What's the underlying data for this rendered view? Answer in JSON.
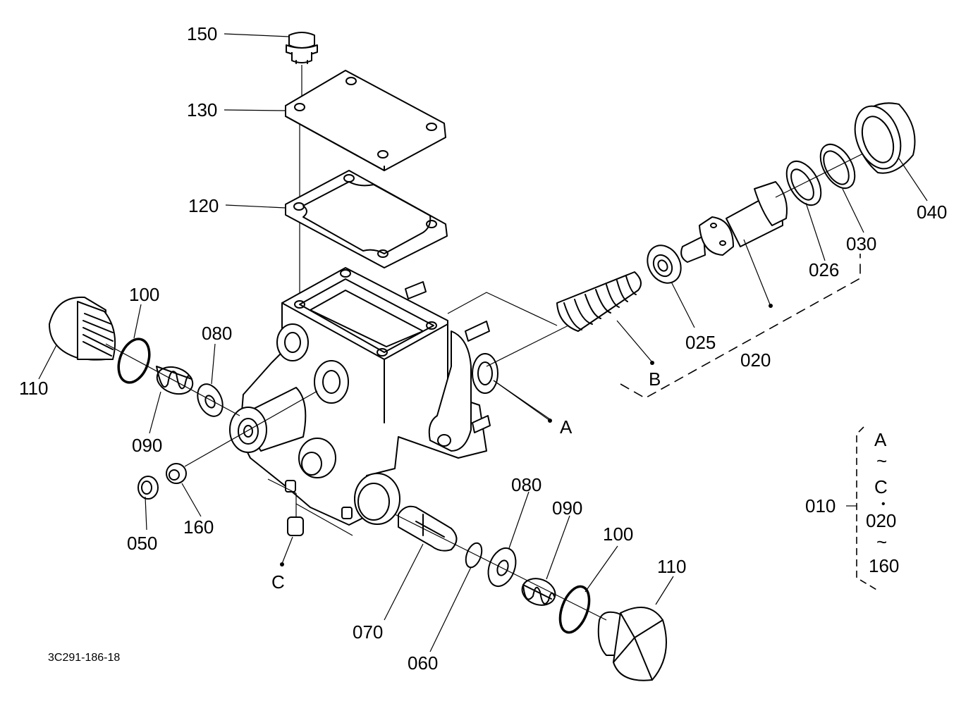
{
  "drawing_code": "3C291-186-18",
  "callouts": {
    "p150": "150",
    "p130": "130",
    "p120": "120",
    "p100_left": "100",
    "p080_left": "080",
    "p110_left": "110",
    "p090_left": "090",
    "p050": "050",
    "p160": "160",
    "p040": "040",
    "p030": "030",
    "p026": "026",
    "p025": "025",
    "p020": "020",
    "p080_right": "080",
    "p090_right": "090",
    "p100_right": "100",
    "p110_right": "110",
    "p070": "070",
    "p060": "060",
    "ref_A": "A",
    "ref_B": "B",
    "ref_C": "C"
  },
  "assembly_legend": {
    "parent": "010",
    "range1_start": "A",
    "tilde1": "~",
    "range1_end": "C",
    "separator": "•",
    "range2_start": "020",
    "tilde2": "~",
    "range2_end": "160"
  }
}
